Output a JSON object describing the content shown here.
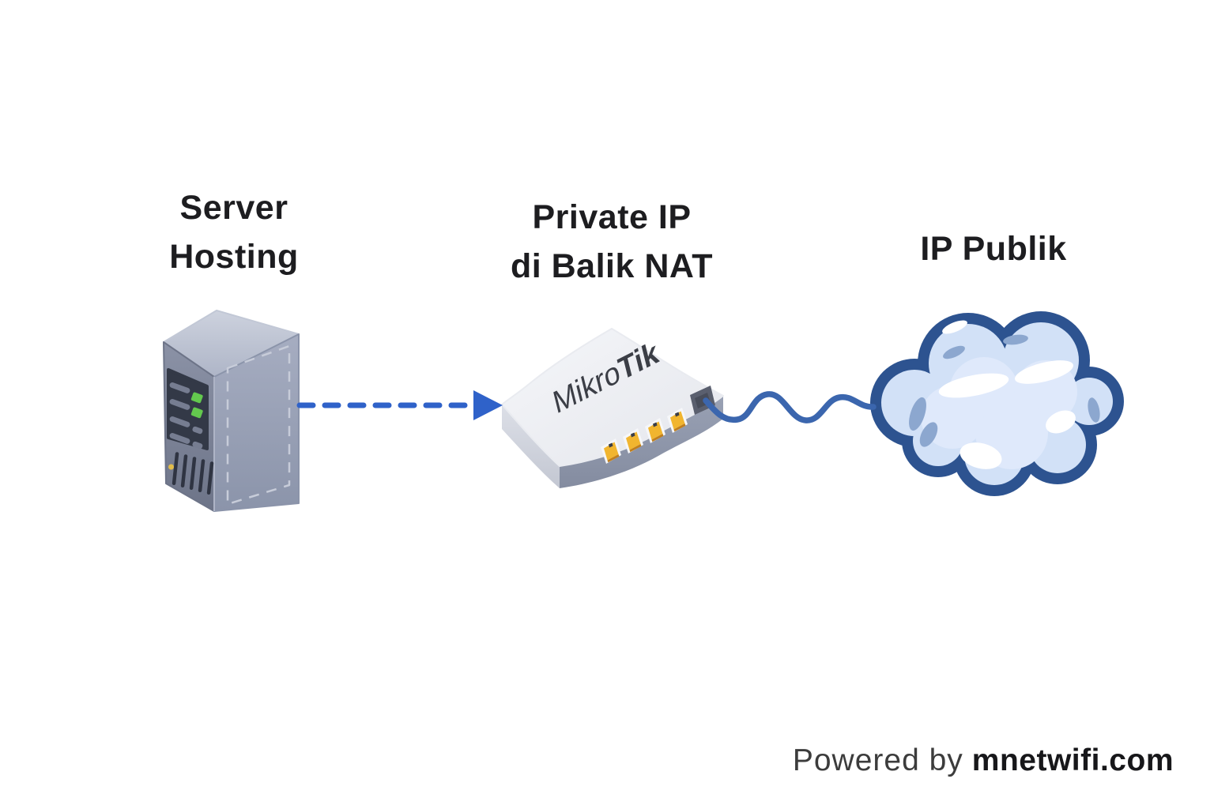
{
  "nodes": {
    "server": {
      "label_line1": "Server",
      "label_line2": "Hosting",
      "icon": "server-tower-icon"
    },
    "router": {
      "label_line1": "Private IP",
      "label_line2": "di Balik NAT",
      "icon": "mikrotik-router-icon",
      "brand_light": "Mikro",
      "brand_bold": "Tik",
      "port_count": 4
    },
    "cloud": {
      "label": "IP Publik",
      "icon": "cloud-icon"
    }
  },
  "connections": {
    "server_to_router": {
      "style": "dashed-arrow",
      "color": "#2f62c9"
    },
    "router_to_cloud": {
      "style": "wavy-cable",
      "color": "#3b66ae"
    }
  },
  "footer": {
    "prefix": "Powered by",
    "brand": "mnetwifi.com"
  },
  "colors": {
    "background": "#ffffff",
    "text": "#1d1d20",
    "arrow_blue": "#2f62c9",
    "cable_blue": "#3b66ae",
    "cloud_outline": "#2d5390",
    "cloud_fill": "#d2e1f7",
    "cloud_highlight": "#ffffff",
    "cloud_shadow": "#8ca7cf",
    "router_body": "#eef0f4",
    "router_face": "#8e96aa",
    "router_port_amber": "#f1b52f",
    "server_body": "#8a91a5",
    "server_panel": "#333947",
    "led_green": "#63c94e",
    "led_yellow": "#e2bd4b"
  }
}
